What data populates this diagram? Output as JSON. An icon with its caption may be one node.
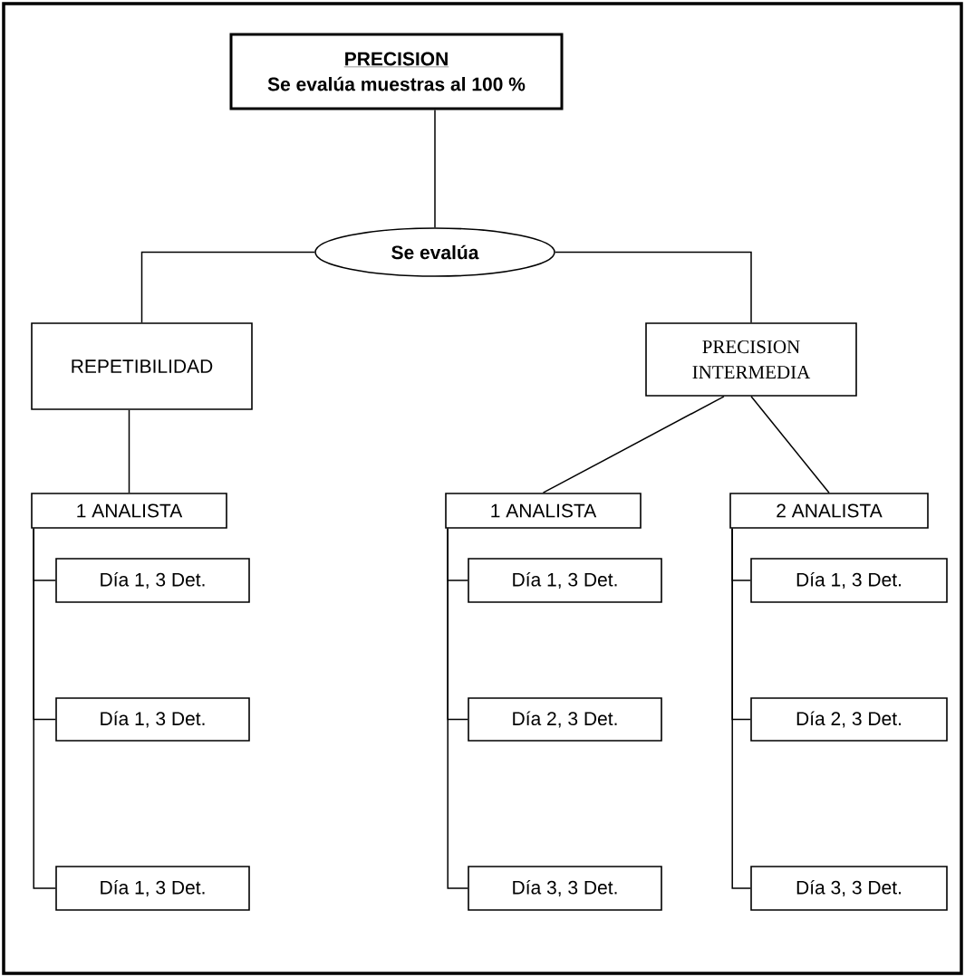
{
  "diagram": {
    "nodes": [
      {
        "text": [
          "PRECISION",
          "Se evalúa muestras al 100 %"
        ]
      },
      {
        "text": [
          "Se evalúa"
        ]
      },
      {
        "text": [
          "REPETIBILIDAD"
        ]
      },
      {
        "text": [
          "PRECISION INTERMEDIA"
        ]
      },
      {
        "text": [
          "1 ANALISTA"
        ]
      },
      {
        "text": [
          "1 ANALISTA"
        ]
      },
      {
        "text": [
          "2 ANALISTA"
        ]
      },
      {
        "text": [
          "Día 1, 3 Det."
        ]
      },
      {
        "text": [
          "Día 1, 3 Det."
        ]
      },
      {
        "text": [
          "Día 1, 3 Det."
        ]
      },
      {
        "text": [
          "Día 1, 3 Det."
        ]
      },
      {
        "text": [
          "Día 2, 3 Det."
        ]
      },
      {
        "text": [
          "Día 3, 3 Det."
        ]
      },
      {
        "text": [
          "Día 1, 3 Det."
        ]
      },
      {
        "text": [
          "Día 2, 3 Det."
        ]
      },
      {
        "text": [
          "Día 3, 3 Det."
        ]
      }
    ],
    "edges": [
      {
        "from": 0,
        "to": 1,
        "arrow": "none"
      },
      {
        "from": 1,
        "to": 2,
        "arrow": "none"
      },
      {
        "from": 1,
        "to": 3,
        "arrow": "none"
      },
      {
        "from": 2,
        "to": 4,
        "arrow": "none"
      },
      {
        "from": 3,
        "to": 5,
        "arrow": "none"
      },
      {
        "from": 3,
        "to": 6,
        "arrow": "none"
      },
      {
        "from": 4,
        "to": 7,
        "arrow": "none"
      },
      {
        "from": 4,
        "to": 8,
        "arrow": "none"
      },
      {
        "from": 4,
        "to": 9,
        "arrow": "none"
      },
      {
        "from": 5,
        "to": 10,
        "arrow": "none"
      },
      {
        "from": 5,
        "to": 11,
        "arrow": "none"
      },
      {
        "from": 5,
        "to": 12,
        "arrow": "none"
      },
      {
        "from": 6,
        "to": 13,
        "arrow": "none"
      },
      {
        "from": 6,
        "to": 14,
        "arrow": "none"
      },
      {
        "from": 6,
        "to": 15,
        "arrow": "none"
      }
    ]
  }
}
